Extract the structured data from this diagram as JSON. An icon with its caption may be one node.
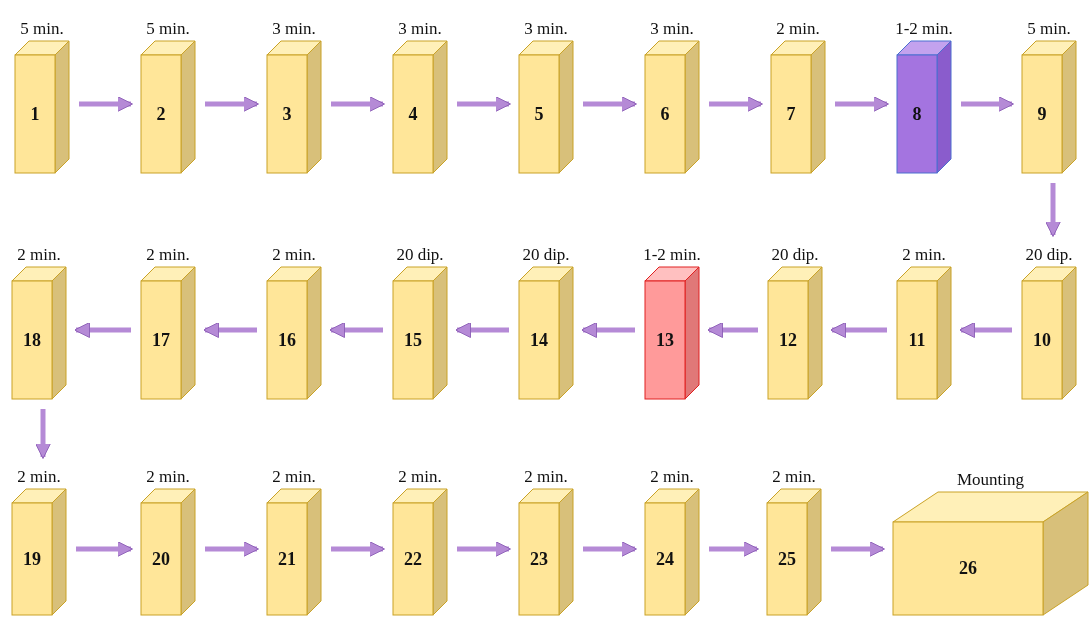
{
  "diagram": {
    "nodes": [
      {
        "text": [
          "1"
        ],
        "beside": [
          "5 min."
        ]
      },
      {
        "text": [
          "2"
        ],
        "beside": [
          "5 min."
        ]
      },
      {
        "text": [
          "3"
        ],
        "beside": [
          "3 min."
        ]
      },
      {
        "text": [
          "4"
        ],
        "beside": [
          "3 min."
        ]
      },
      {
        "text": [
          "5"
        ],
        "beside": [
          "3 min."
        ]
      },
      {
        "text": [
          "6"
        ],
        "beside": [
          "3 min."
        ]
      },
      {
        "text": [
          "7"
        ],
        "beside": [
          "2 min."
        ]
      },
      {
        "text": [
          "8"
        ],
        "beside": [
          "1-2 min."
        ]
      },
      {
        "text": [
          "9"
        ],
        "beside": [
          "5 min."
        ]
      },
      {
        "text": [
          "10"
        ],
        "beside": [
          "20 dip."
        ]
      },
      {
        "text": [
          "11"
        ],
        "beside": [
          "2 min."
        ]
      },
      {
        "text": [
          "12"
        ],
        "beside": [
          "20 dip."
        ]
      },
      {
        "text": [
          "13"
        ],
        "beside": [
          "1-2 min."
        ]
      },
      {
        "text": [
          "14"
        ],
        "beside": [
          "20 dip."
        ]
      },
      {
        "text": [
          "15"
        ],
        "beside": [
          "20 dip."
        ]
      },
      {
        "text": [
          "16"
        ],
        "beside": [
          "2 min."
        ]
      },
      {
        "text": [
          "17"
        ],
        "beside": [
          "2 min."
        ]
      },
      {
        "text": [
          "18"
        ],
        "beside": [
          "2 min."
        ]
      },
      {
        "text": [
          "19"
        ],
        "beside": [
          "2 min."
        ]
      },
      {
        "text": [
          "20"
        ],
        "beside": [
          "2 min."
        ]
      },
      {
        "text": [
          "21"
        ],
        "beside": [
          "2 min."
        ]
      },
      {
        "text": [
          "22"
        ],
        "beside": [
          "2 min."
        ]
      },
      {
        "text": [
          "23"
        ],
        "beside": [
          "2 min."
        ]
      },
      {
        "text": [
          "24"
        ],
        "beside": [
          "2 min."
        ]
      },
      {
        "text": [
          "25"
        ],
        "beside": [
          "2 min."
        ]
      },
      {
        "text": [
          "26"
        ],
        "beside": [
          "Mounting"
        ]
      }
    ],
    "edges": [
      {
        "from": 0,
        "to": 1,
        "arrow": "to"
      },
      {
        "from": 1,
        "to": 2,
        "arrow": "to"
      },
      {
        "from": 2,
        "to": 3,
        "arrow": "to"
      },
      {
        "from": 3,
        "to": 4,
        "arrow": "to"
      },
      {
        "from": 4,
        "to": 5,
        "arrow": "to"
      },
      {
        "from": 5,
        "to": 6,
        "arrow": "to"
      },
      {
        "from": 6,
        "to": 7,
        "arrow": "to"
      },
      {
        "from": 7,
        "to": 8,
        "arrow": "to"
      },
      {
        "from": 8,
        "to": 9,
        "arrow": "to"
      },
      {
        "from": 9,
        "to": 10,
        "arrow": "to"
      },
      {
        "from": 10,
        "to": 11,
        "arrow": "to"
      },
      {
        "from": 11,
        "to": 12,
        "arrow": "to"
      },
      {
        "from": 12,
        "to": 13,
        "arrow": "to"
      },
      {
        "from": 13,
        "to": 14,
        "arrow": "to"
      },
      {
        "from": 14,
        "to": 15,
        "arrow": "to"
      },
      {
        "from": 15,
        "to": 16,
        "arrow": "to"
      },
      {
        "from": 16,
        "to": 17,
        "arrow": "to"
      },
      {
        "from": 17,
        "to": 18,
        "arrow": "to"
      },
      {
        "from": 18,
        "to": 19,
        "arrow": "to"
      },
      {
        "from": 19,
        "to": 20,
        "arrow": "to"
      },
      {
        "from": 20,
        "to": 21,
        "arrow": "to"
      },
      {
        "from": 21,
        "to": 22,
        "arrow": "to"
      },
      {
        "from": 22,
        "to": 23,
        "arrow": "to"
      },
      {
        "from": 23,
        "to": 24,
        "arrow": "to"
      },
      {
        "from": 24,
        "to": 25,
        "arrow": "to"
      }
    ]
  }
}
